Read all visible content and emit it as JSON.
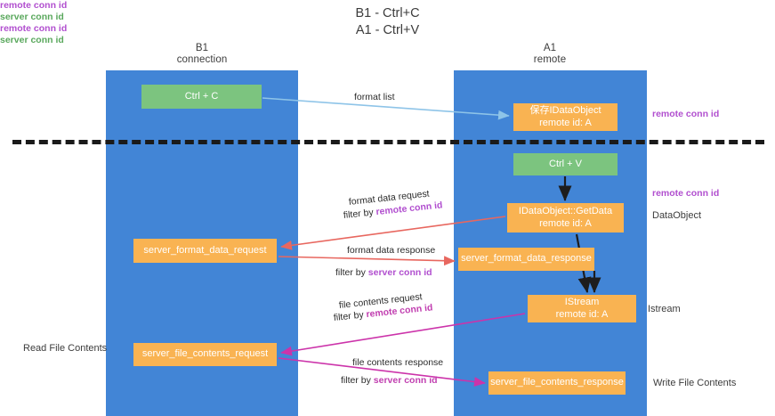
{
  "title": {
    "line1": "B1 - Ctrl+C",
    "line2": "A1 - Ctrl+V"
  },
  "columns": [
    {
      "name": "B1",
      "role": "connection"
    },
    {
      "name": "A1",
      "role": "remote"
    }
  ],
  "nodes": {
    "ctrl_c": {
      "label": "Ctrl + C",
      "color": "#7cc47f"
    },
    "save_idataobject": {
      "line1": "保存IDataObject",
      "line2": "remote id: A",
      "color": "#f9b352"
    },
    "ctrl_v": {
      "label": "Ctrl + V",
      "color": "#7cc47f"
    },
    "getdata": {
      "line1": "IDataObject::GetData",
      "line2": "remote id: A",
      "color": "#f9b352"
    },
    "server_format_data_request": {
      "label": "server_format_data_request",
      "color": "#f9b352"
    },
    "server_format_data_response": {
      "label": "server_format_data_response",
      "color": "#f9b352"
    },
    "istream": {
      "line1": "IStream",
      "line2": "remote id: A",
      "color": "#f9b352"
    },
    "server_file_contents_request": {
      "label": "server_file_contents_request",
      "color": "#f9b352"
    },
    "server_file_contents_response": {
      "label": "server_file_contents_response",
      "color": "#f9b352"
    }
  },
  "edge_labels": {
    "format_list": "format list",
    "format_data_request": "format data request",
    "format_data_request_filter_prefix": "filter by ",
    "format_data_request_filter_key": "remote conn id",
    "format_data_response": "format data response",
    "format_data_response_filter_prefix": "filter by ",
    "format_data_response_filter_key": "server conn id",
    "file_contents_request": "file contents request",
    "file_contents_request_filter_prefix": "filter by ",
    "file_contents_request_filter_key": "remote conn id",
    "file_contents_response": "file contents response",
    "file_contents_response_filter_prefix": "filter by ",
    "file_contents_response_filter_key": "server conn id"
  },
  "side_labels": {
    "right_remote_conn_id_top": "remote conn id",
    "right_remote_conn_id_mid": "remote conn id",
    "right_dataobject": "DataObject",
    "right_istream": "Istream",
    "right_write_file_contents": "Write File Contents",
    "left_read_file_contents": "Read File Contents",
    "left_remote_conn_id_mid": "remote conn id",
    "left_server_conn_id_mid": "server conn id",
    "left_remote_conn_id_bot": "remote conn id",
    "left_server_conn_id_bot": "server conn id"
  },
  "colors": {
    "lane": "#4285d6",
    "green_node": "#7cc47f",
    "orange_node": "#f9b352",
    "purple_key": "#b14fcf",
    "green_key": "#5aa85d",
    "magenta_edge": "#cc33aa",
    "red_edge": "#e8675f",
    "blue_edge": "#8ec4e8",
    "divider": "#1a1a1a"
  }
}
